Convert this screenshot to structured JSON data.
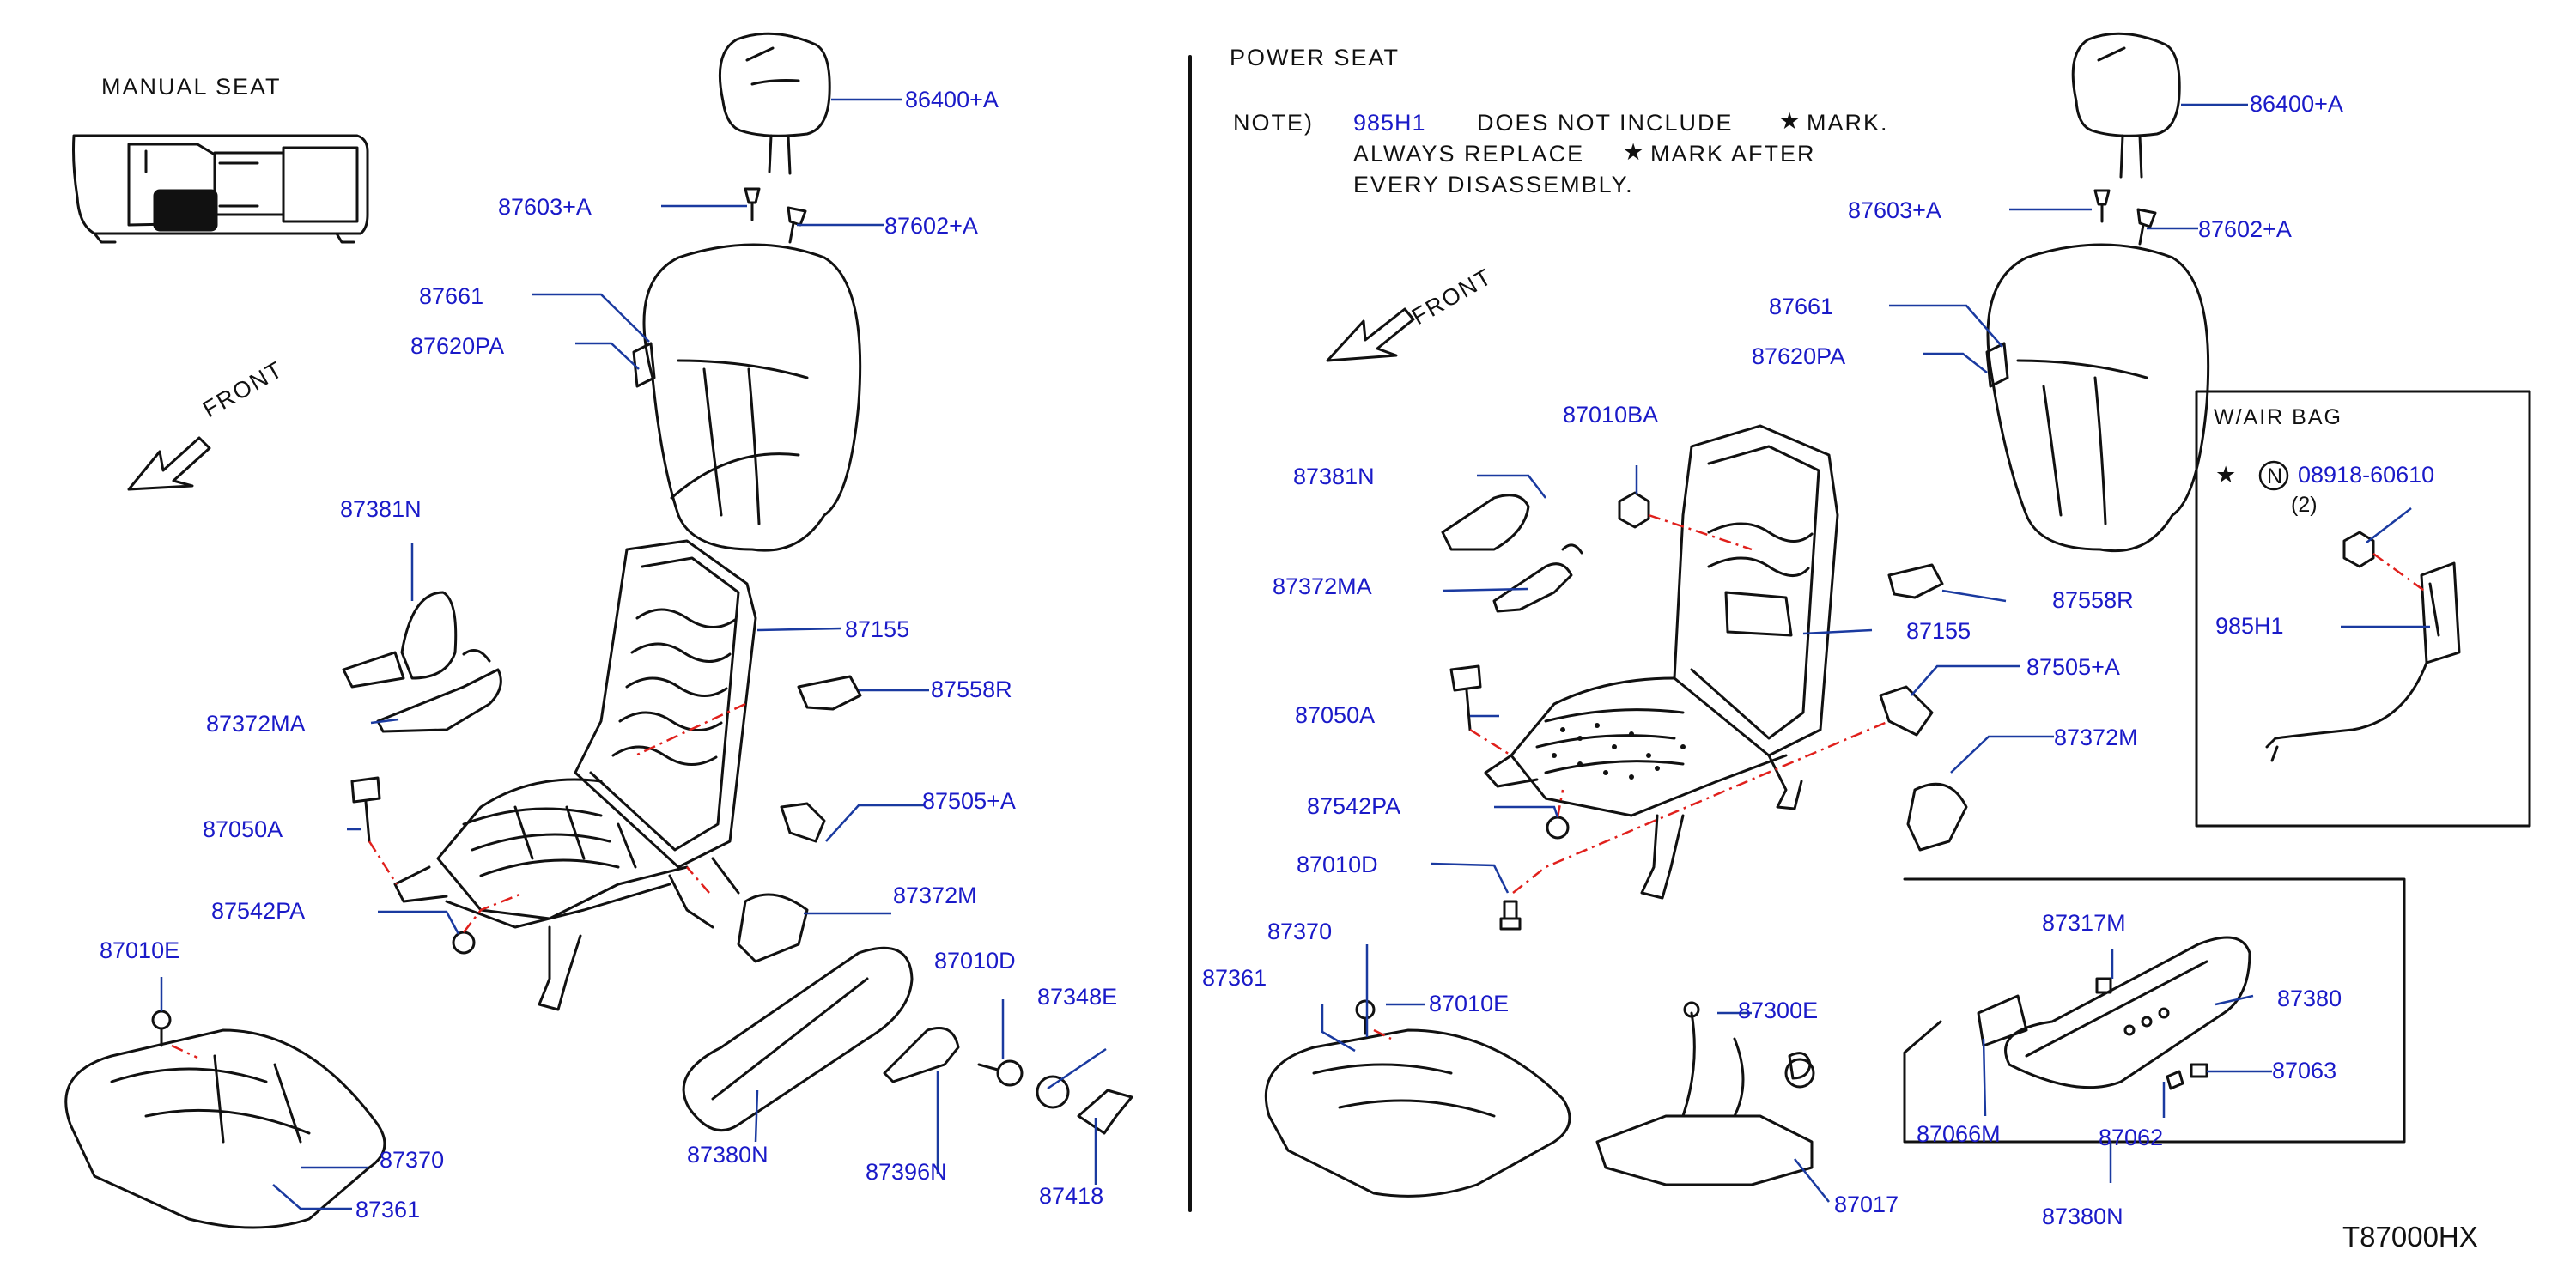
{
  "left_panel": {
    "title": "MANUAL   SEAT",
    "front_label": "FRONT",
    "parts": {
      "p86400A": "86400+A",
      "p87603A": "87603+A",
      "p87602A": "87602+A",
      "p87661": "87661",
      "p87620PA": "87620PA",
      "p87381N": "87381N",
      "p87155": "87155",
      "p87558R": "87558R",
      "p87372MA": "87372MA",
      "p87050A": "87050A",
      "p87505A": "87505+A",
      "p87542PA": "87542PA",
      "p87372M": "87372M",
      "p87010E": "87010E",
      "p87010D": "87010D",
      "p87348E": "87348E",
      "p87370": "87370",
      "p87361": "87361",
      "p87380N": "87380N",
      "p87396N": "87396N",
      "p87418": "87418"
    }
  },
  "right_panel": {
    "title": "POWER   SEAT",
    "note_prefix": "NOTE)",
    "note_part": "985H1",
    "note_line1": "DOES   NOT   INCLUDE",
    "note_mark": "MARK.",
    "note_line2a": "ALWAYS   REPLACE",
    "note_line2b": "MARK   AFTER",
    "note_line3": "EVERY   DISASSEMBLY.",
    "front_label": "FRONT",
    "parts": {
      "p86400A": "86400+A",
      "p87603A": "87603+A",
      "p87602A": "87602+A",
      "p87661": "87661",
      "p87620PA": "87620PA",
      "p87010BA": "87010BA",
      "p87381N": "87381N",
      "p87372MA": "87372MA",
      "p87558R": "87558R",
      "p87155": "87155",
      "p87050A": "87050A",
      "p87505A": "87505+A",
      "p87372M": "87372M",
      "p87542PA": "87542PA",
      "p87010D": "87010D",
      "p87370": "87370",
      "p87361": "87361",
      "p87010E": "87010E",
      "p87300E": "87300E",
      "p87017": "87017",
      "p87317M": "87317M",
      "p87380": "87380",
      "p87063": "87063",
      "p87066M": "87066M",
      "p87062": "87062",
      "p87380N": "87380N"
    },
    "airbag_box": {
      "title": "W/AIR   BAG",
      "circle_letter": "N",
      "part": "08918-60610",
      "qty": "(2)",
      "module": "985H1"
    }
  },
  "diagram_code": "T87000HX",
  "colors": {
    "callout": "#1a1ac8",
    "leader": "#1a3aa0",
    "line": "#111111",
    "dash": "#e0201c"
  }
}
